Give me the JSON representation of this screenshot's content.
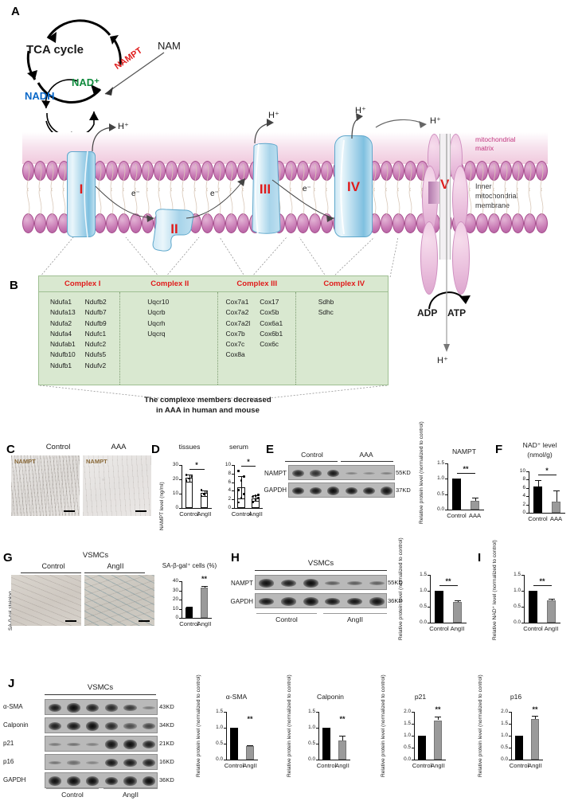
{
  "figure": {
    "panel_letters": [
      "A",
      "B",
      "C",
      "D",
      "E",
      "F",
      "G",
      "H",
      "I",
      "J"
    ]
  },
  "panelA": {
    "letter": "A",
    "tca_label": "TCA cycle",
    "nam_label": "NAM",
    "nampt_label": "NAMPT",
    "nad_label": "NAD⁺",
    "nadh_label": "NADH",
    "matrix_label_line1": "mitochondrial",
    "matrix_label_line2": "matrix",
    "membrane_label_line1": "Inner",
    "membrane_label_line2": "mitochondrial",
    "membrane_label_line3": "membrane",
    "complexes": [
      "I",
      "II",
      "III",
      "IV",
      "V"
    ],
    "proton_label": "H⁺",
    "electron_label": "e⁻",
    "adp_label": "ADP",
    "atp_label": "ATP",
    "colors": {
      "nampt_red": "#e01b1b",
      "nad_green": "#0f8a3c",
      "nadh_blue": "#0a68c8",
      "matrix_pink": "#f0c9dd",
      "matrix_text": "#c2367f",
      "complex_blue": "#a8d4ea",
      "atp_pink": "#eabfdd",
      "roman_red": "#e01b1b"
    }
  },
  "panelB": {
    "letter": "B",
    "columns": [
      {
        "header": "Complex I",
        "genes_left": [
          "Ndufa1",
          "Ndufa13",
          "Ndufa2",
          "Ndufa4",
          "Ndufab1",
          "Ndufb10",
          "Ndufb1"
        ],
        "genes_right": [
          "Ndufb2",
          "Ndufb7",
          "Ndufb9",
          "Ndufc1",
          "Ndufc2",
          "Ndufs5",
          "Ndufv2"
        ]
      },
      {
        "header": "Complex II",
        "genes_left": [
          "Uqcr10",
          "Uqcrb",
          "Uqcrh",
          "Uqcrq"
        ],
        "genes_right": []
      },
      {
        "header": "Complex III",
        "genes_left": [
          "Cox7a1",
          "Cox7a2",
          "Cox7a2l",
          "Cox7b",
          "Cox7c",
          "Cox8a"
        ],
        "genes_right": [
          "Cox17",
          "Cox5b",
          "Cox6a1",
          "Cox6b1",
          "Cox6c"
        ]
      },
      {
        "header": "Complex IV",
        "genes_left": [
          "Sdhb",
          "Sdhc"
        ],
        "genes_right": []
      }
    ],
    "caption_line1": "The complexe members decreased",
    "caption_line2": "in AAA in human and mouse",
    "header_color": "#e01b1b",
    "box_fill": "#d9e8d0"
  },
  "panelC": {
    "letter": "C",
    "groups": [
      "Control",
      "AAA"
    ],
    "stain_tag": "NAMPT"
  },
  "panelD": {
    "letter": "D",
    "charts": [
      {
        "title": "tissues",
        "ylabel": "NAMPT level (ng/ml)",
        "chart_data": {
          "type": "bar",
          "categories": [
            "Control",
            "AngII"
          ],
          "values": [
            21.0,
            10.4
          ],
          "errors": [
            2.6,
            2.1
          ],
          "points": [
            [
              19.2,
              20.6,
              22.0,
              23.2
            ],
            [
              8.4,
              9.6,
              11.0,
              12.4
            ]
          ],
          "ylim": [
            0,
            30
          ],
          "yticks": [
            0,
            10,
            20,
            30
          ],
          "ytick_labels": [
            "0",
            "10",
            "20",
            "30"
          ],
          "significance": "*",
          "title": "tissues",
          "ylabel": "NAMPT level (ng/ml)",
          "xlabel": ""
        }
      },
      {
        "title": "serum",
        "ylabel": "",
        "chart_data": {
          "type": "bar",
          "categories": [
            "Control",
            "AngII"
          ],
          "values": [
            4.8,
            2.3
          ],
          "errors": [
            2.6,
            0.7
          ],
          "points": [
            [
              1.3,
              2.4,
              3.2,
              4.2,
              6.4,
              7.3,
              8.6
            ],
            [
              1.4,
              1.9,
              2.3,
              2.6,
              2.9,
              3.1
            ]
          ],
          "ylim": [
            0,
            10
          ],
          "yticks": [
            0,
            2,
            4,
            6,
            8,
            10
          ],
          "ytick_labels": [
            "0",
            "2",
            "4",
            "6",
            "8",
            "10"
          ],
          "significance": "*",
          "title": "serum",
          "ylabel": "",
          "xlabel": ""
        }
      }
    ]
  },
  "panelE": {
    "letter": "E",
    "groups": [
      "Control",
      "AAA"
    ],
    "blots": [
      {
        "name": "NAMPT",
        "kd": "55KD"
      },
      {
        "name": "GAPDH",
        "kd": "37KD"
      }
    ],
    "chart_data": {
      "type": "bar",
      "title": "NAMPT",
      "ylabel": "Relative protein level (normalized to control)",
      "categories": [
        "Control",
        "AAA"
      ],
      "values": [
        1.0,
        0.28
      ],
      "errors": [
        0.02,
        0.1
      ],
      "ylim": [
        0,
        1.5
      ],
      "yticks": [
        0,
        0.5,
        1.0,
        1.5
      ],
      "ytick_labels": [
        "0.0",
        "0.5",
        "1.0",
        "1.5"
      ],
      "significance": "**",
      "xlabel": ""
    }
  },
  "panelF": {
    "letter": "F",
    "title_line1": "NAD⁺ level",
    "title_line2": "(nmol/g)",
    "chart_data": {
      "type": "bar",
      "title": "NAD⁺ level (nmol/g)",
      "categories": [
        "Control",
        "AAA"
      ],
      "values": [
        6.3,
        2.6
      ],
      "errors": [
        1.6,
        2.7
      ],
      "ylim": [
        0,
        10
      ],
      "yticks": [
        0,
        2,
        4,
        6,
        8,
        10
      ],
      "ytick_labels": [
        "0",
        "2",
        "4",
        "6",
        "8",
        "10"
      ],
      "significance": "*",
      "ylabel": "",
      "xlabel": ""
    }
  },
  "panelG": {
    "letter": "G",
    "header": "VSMCs",
    "groups": [
      "Control",
      "AngII"
    ],
    "side_label": "SA-β-gal staining",
    "chart_data": {
      "type": "bar",
      "title": "SA-β-gal⁺ cells (%)",
      "categories": [
        "Control",
        "AngII"
      ],
      "values": [
        11.0,
        33.0
      ],
      "errors": [
        1.6,
        2.2
      ],
      "ylim": [
        0,
        40
      ],
      "yticks": [
        0,
        10,
        20,
        30,
        40
      ],
      "ytick_labels": [
        "0",
        "10",
        "20",
        "30",
        "40"
      ],
      "significance": "**",
      "ylabel": "",
      "xlabel": ""
    }
  },
  "panelH": {
    "letter": "H",
    "header": "VSMCs",
    "groups": [
      "Control",
      "AngII"
    ],
    "blots": [
      {
        "name": "NAMPT",
        "kd": "55KD"
      },
      {
        "name": "GAPDH",
        "kd": "36KD"
      }
    ],
    "chart_data": {
      "type": "bar",
      "title": "",
      "ylabel": "Relative protein level (normalized to control)",
      "categories": [
        "Control",
        "AngII"
      ],
      "values": [
        1.0,
        0.66
      ],
      "errors": [
        0.01,
        0.05
      ],
      "ylim": [
        0,
        1.5
      ],
      "yticks": [
        0,
        0.5,
        1.0,
        1.5
      ],
      "ytick_labels": [
        "0.0",
        "0.5",
        "1.0",
        "1.5"
      ],
      "significance": "**",
      "xlabel": ""
    }
  },
  "panelI": {
    "letter": "I",
    "chart_data": {
      "type": "bar",
      "title": "",
      "ylabel": "Relative NAD⁺ level (normalized to control)",
      "categories": [
        "Control",
        "AngII"
      ],
      "values": [
        1.0,
        0.69
      ],
      "errors": [
        0.01,
        0.06
      ],
      "ylim": [
        0,
        1.5
      ],
      "yticks": [
        0,
        0.5,
        1.0,
        1.5
      ],
      "ytick_labels": [
        "0.0",
        "0.5",
        "1.0",
        "1.5"
      ],
      "significance": "**",
      "xlabel": ""
    }
  },
  "panelJ": {
    "letter": "J",
    "header": "VSMCs",
    "groups": [
      "Control",
      "AngII"
    ],
    "blots": [
      {
        "name": "α-SMA",
        "kd": "43KD"
      },
      {
        "name": "Calponin",
        "kd": "34KD"
      },
      {
        "name": "p21",
        "kd": "21KD"
      },
      {
        "name": "p16",
        "kd": "16KD"
      },
      {
        "name": "GAPDH",
        "kd": "36KD"
      }
    ],
    "charts": [
      {
        "chart_data": {
          "type": "bar",
          "title": "α-SMA",
          "ylabel": "Relative protein level (normalized to control)",
          "categories": [
            "Control",
            "AngII"
          ],
          "values": [
            1.0,
            0.42
          ],
          "errors": [
            0.01,
            0.02
          ],
          "ylim": [
            0,
            1.5
          ],
          "yticks": [
            0,
            0.5,
            1.0,
            1.5
          ],
          "ytick_labels": [
            "0.0",
            "0.5",
            "1.0",
            "1.5"
          ],
          "significance": "**",
          "xlabel": ""
        }
      },
      {
        "chart_data": {
          "type": "bar",
          "title": "Calponin",
          "ylabel": "Relative protein level (normalized to control)",
          "categories": [
            "Control",
            "AngII"
          ],
          "values": [
            1.0,
            0.61
          ],
          "errors": [
            0.01,
            0.13
          ],
          "ylim": [
            0,
            1.5
          ],
          "yticks": [
            0,
            0.5,
            1.0,
            1.5
          ],
          "ytick_labels": [
            "0.0",
            "0.5",
            "1.0",
            "1.5"
          ],
          "significance": "**",
          "xlabel": ""
        }
      },
      {
        "chart_data": {
          "type": "bar",
          "title": "p21",
          "ylabel": "Relative protein level (normalized to control)",
          "categories": [
            "Control",
            "AngII"
          ],
          "values": [
            1.0,
            1.65
          ],
          "errors": [
            0.01,
            0.14
          ],
          "ylim": [
            0,
            2.0
          ],
          "yticks": [
            0,
            0.5,
            1.0,
            1.5,
            2.0
          ],
          "ytick_labels": [
            "0.0",
            "0.5",
            "1.0",
            "1.5",
            "2.0"
          ],
          "significance": "**",
          "xlabel": ""
        }
      },
      {
        "chart_data": {
          "type": "bar",
          "title": "p16",
          "ylabel": "Relative protein level (normalized to control)",
          "categories": [
            "Control",
            "AngII"
          ],
          "values": [
            1.0,
            1.69
          ],
          "errors": [
            0.01,
            0.16
          ],
          "ylim": [
            0,
            2.0
          ],
          "yticks": [
            0,
            0.5,
            1.0,
            1.5,
            2.0
          ],
          "ytick_labels": [
            "0.0",
            "0.5",
            "1.0",
            "1.5",
            "2.0"
          ],
          "significance": "**",
          "xlabel": ""
        }
      }
    ]
  }
}
